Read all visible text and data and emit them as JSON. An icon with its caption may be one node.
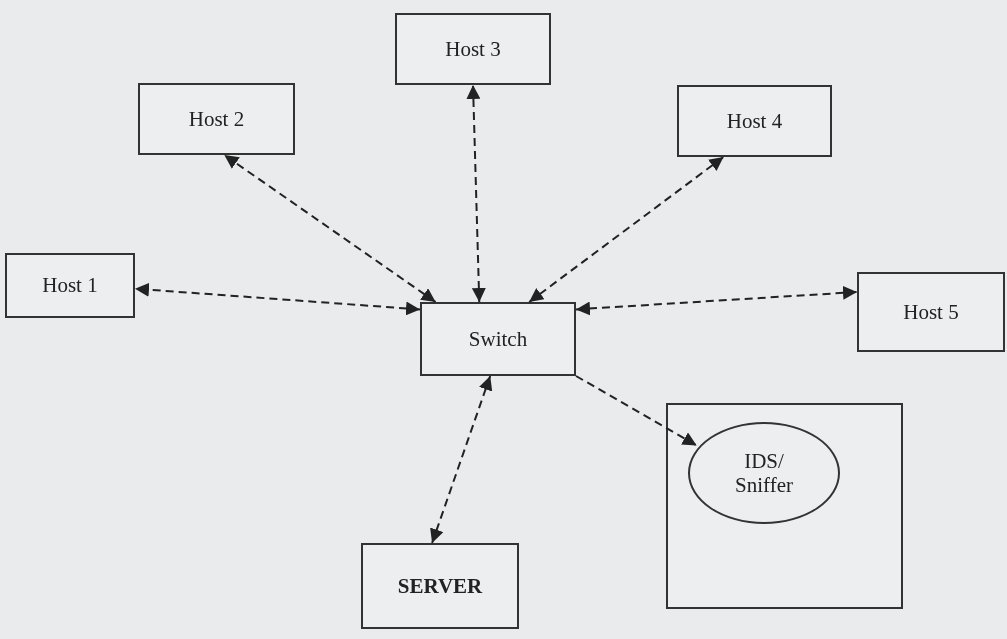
{
  "diagram": {
    "nodes": [
      {
        "text": [
          "Host 3"
        ]
      },
      {
        "text": [
          "Host 2"
        ]
      },
      {
        "text": [
          "Host 4"
        ]
      },
      {
        "text": [
          "Host 1"
        ]
      },
      {
        "text": [
          "Switch"
        ]
      },
      {
        "text": [
          "Host 5"
        ]
      },
      {
        "text": [],
        "shape": "box"
      },
      {
        "text": [
          "IDS/ Sniffer"
        ],
        "in": 6
      },
      {
        "text": [
          "SERVER"
        ]
      }
    ],
    "edges": [
      {
        "from": 4,
        "to": 3,
        "arrow": "both",
        "style": "dashed"
      },
      {
        "from": 4,
        "to": 1,
        "arrow": "both",
        "style": "dashed"
      },
      {
        "from": 4,
        "to": 0,
        "arrow": "both",
        "style": "dashed"
      },
      {
        "from": 4,
        "to": 2,
        "arrow": "both",
        "style": "dashed"
      },
      {
        "from": 4,
        "to": 5,
        "arrow": "both",
        "style": "dashed"
      },
      {
        "from": 4,
        "to": 7,
        "arrow": "to",
        "style": "dashed"
      },
      {
        "from": 4,
        "to": 8,
        "arrow": "both",
        "style": "dashed"
      }
    ]
  }
}
